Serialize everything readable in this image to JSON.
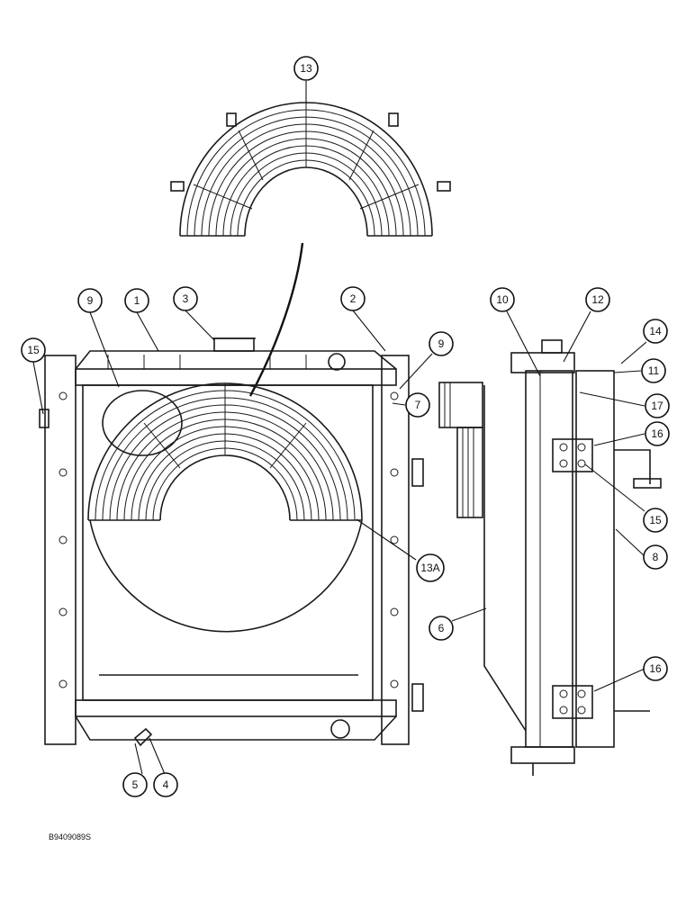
{
  "figure_code": "B9409089S",
  "callouts": [
    {
      "id": "c13-top",
      "label": "13"
    },
    {
      "id": "c9-left",
      "label": "9"
    },
    {
      "id": "c1",
      "label": "1"
    },
    {
      "id": "c3",
      "label": "3"
    },
    {
      "id": "c2",
      "label": "2"
    },
    {
      "id": "c15-left",
      "label": "15"
    },
    {
      "id": "c9-right",
      "label": "9"
    },
    {
      "id": "c7",
      "label": "7"
    },
    {
      "id": "c13a",
      "label": "13A"
    },
    {
      "id": "c5",
      "label": "5"
    },
    {
      "id": "c4",
      "label": "4"
    },
    {
      "id": "c6",
      "label": "6"
    },
    {
      "id": "c10",
      "label": "10"
    },
    {
      "id": "c12",
      "label": "12"
    },
    {
      "id": "c14",
      "label": "14"
    },
    {
      "id": "c11",
      "label": "11"
    },
    {
      "id": "c17",
      "label": "17"
    },
    {
      "id": "c16-top",
      "label": "16"
    },
    {
      "id": "c15-right",
      "label": "15"
    },
    {
      "id": "c8",
      "label": "8"
    },
    {
      "id": "c16-bottom",
      "label": "16"
    }
  ]
}
